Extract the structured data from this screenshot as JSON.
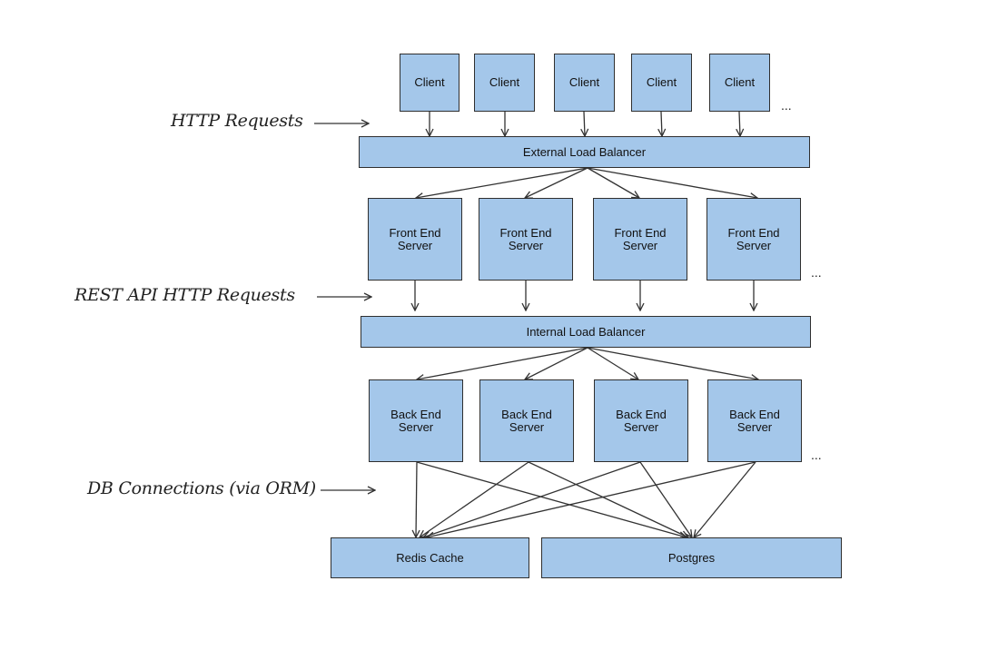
{
  "clients": [
    "Client",
    "Client",
    "Client",
    "Client",
    "Client"
  ],
  "external_lb": "External Load Balancer",
  "internal_lb": "Internal Load Balancer",
  "front_end_servers": [
    "Front End\nServer",
    "Front End\nServer",
    "Front End\nServer",
    "Front End\nServer"
  ],
  "back_end_servers": [
    "Back End\nServer",
    "Back End\nServer",
    "Back End\nServer",
    "Back End\nServer"
  ],
  "datastores": {
    "cache": "Redis Cache",
    "database": "Postgres"
  },
  "annotations": {
    "http": "HTTP Requests",
    "rest": "REST API HTTP Requests",
    "db": "DB Connections (via ORM)"
  },
  "ellipsis": "...",
  "colors": {
    "box_fill": "#a4c7ea",
    "box_border": "#2f2f2f",
    "arrow": "#333333"
  }
}
